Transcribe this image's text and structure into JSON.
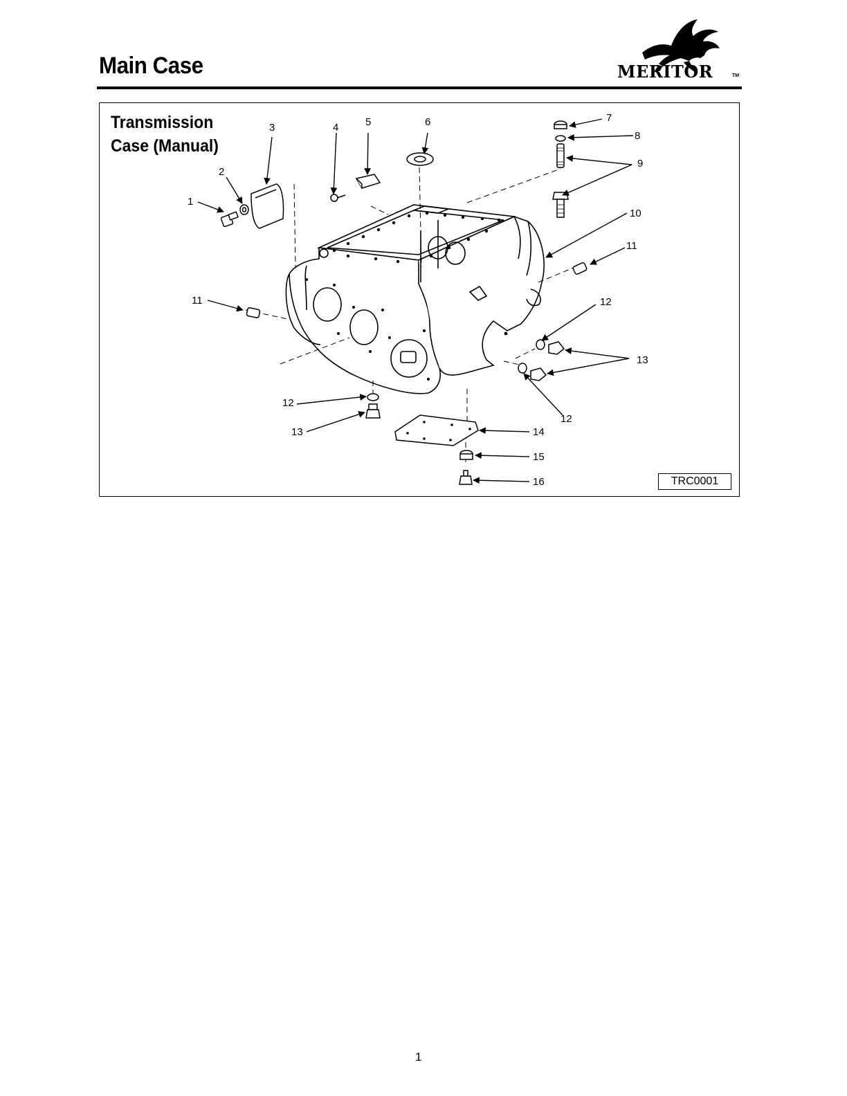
{
  "header": {
    "title": "Main Case",
    "brand": "MERITOR",
    "trademark": "TM"
  },
  "figure": {
    "title_line1": "Transmission",
    "title_line2": "Case (Manual)",
    "figure_id": "TRC0001",
    "callouts": [
      {
        "label": "1",
        "part": "bolt"
      },
      {
        "label": "2",
        "part": "washer"
      },
      {
        "label": "3",
        "part": "cover-plate"
      },
      {
        "label": "4",
        "part": "screw"
      },
      {
        "label": "5",
        "part": "block"
      },
      {
        "label": "6",
        "part": "washer"
      },
      {
        "label": "7",
        "part": "nut"
      },
      {
        "label": "8",
        "part": "washer"
      },
      {
        "label": "9",
        "part": "stud"
      },
      {
        "label": "9",
        "part": "bolt"
      },
      {
        "label": "10",
        "part": "main-case"
      },
      {
        "label": "11",
        "part": "dowel-pin"
      },
      {
        "label": "11",
        "part": "dowel-pin"
      },
      {
        "label": "12",
        "part": "o-ring"
      },
      {
        "label": "13",
        "part": "plug"
      },
      {
        "label": "12",
        "part": "o-ring"
      },
      {
        "label": "12",
        "part": "o-ring"
      },
      {
        "label": "13",
        "part": "plug"
      },
      {
        "label": "14",
        "part": "bottom-cover"
      },
      {
        "label": "15",
        "part": "nut"
      },
      {
        "label": "16",
        "part": "bolt"
      }
    ]
  },
  "footer": {
    "page_number": "1"
  }
}
